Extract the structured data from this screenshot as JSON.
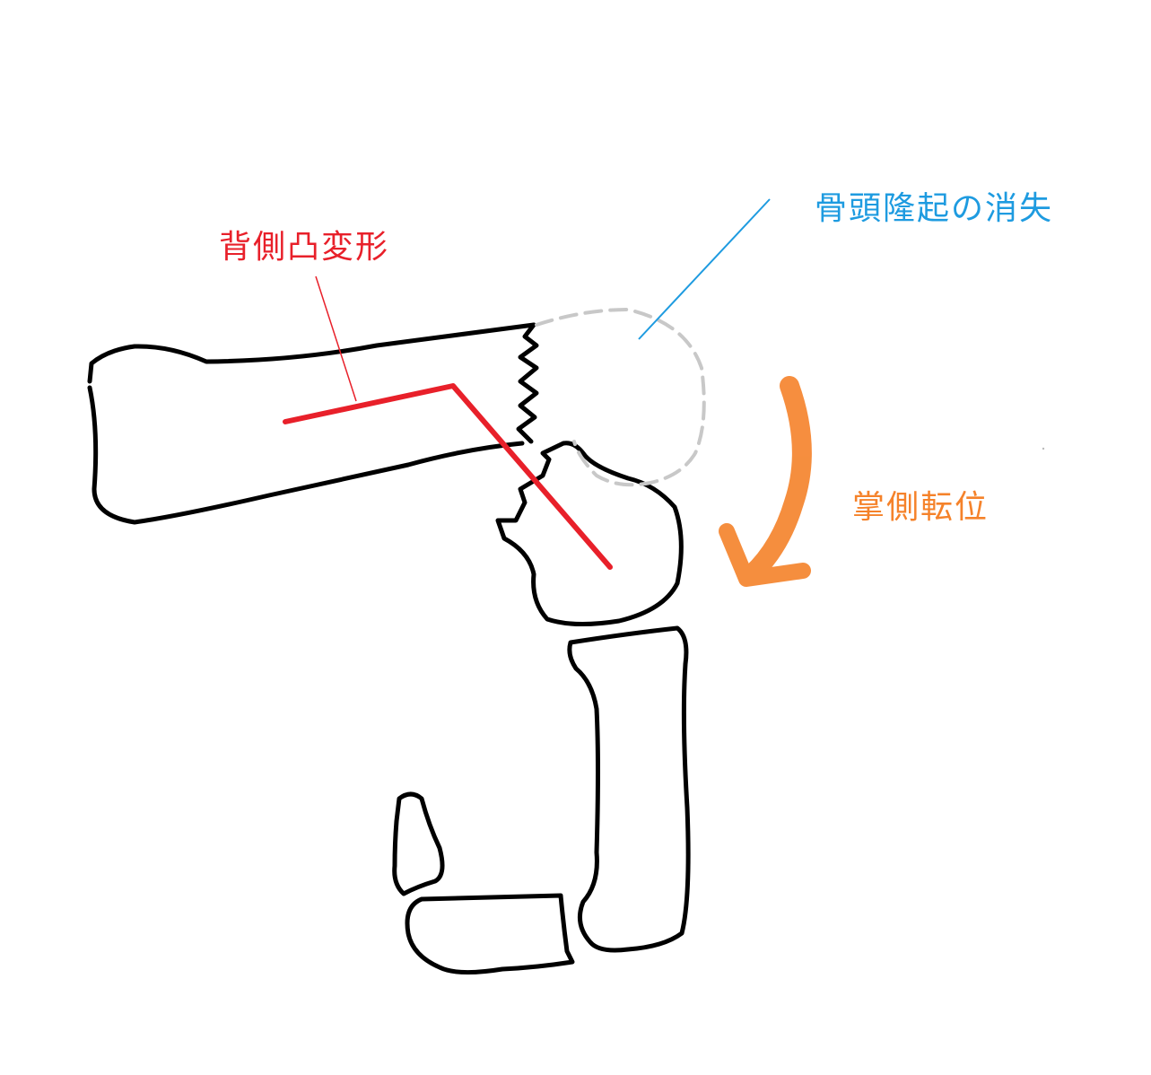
{
  "labels": {
    "dorsal_convex_deformity": "背側凸変形",
    "loss_of_head_prominence": "骨頭隆起の消失",
    "volar_displacement": "掌側転位"
  },
  "colors": {
    "bone_outline": "#000000",
    "original_head_dashed": "#c8c8c8",
    "deformity_line": "#e8202a",
    "head_pointer": "#1e9be0",
    "displacement_arrow": "#f5822a"
  }
}
